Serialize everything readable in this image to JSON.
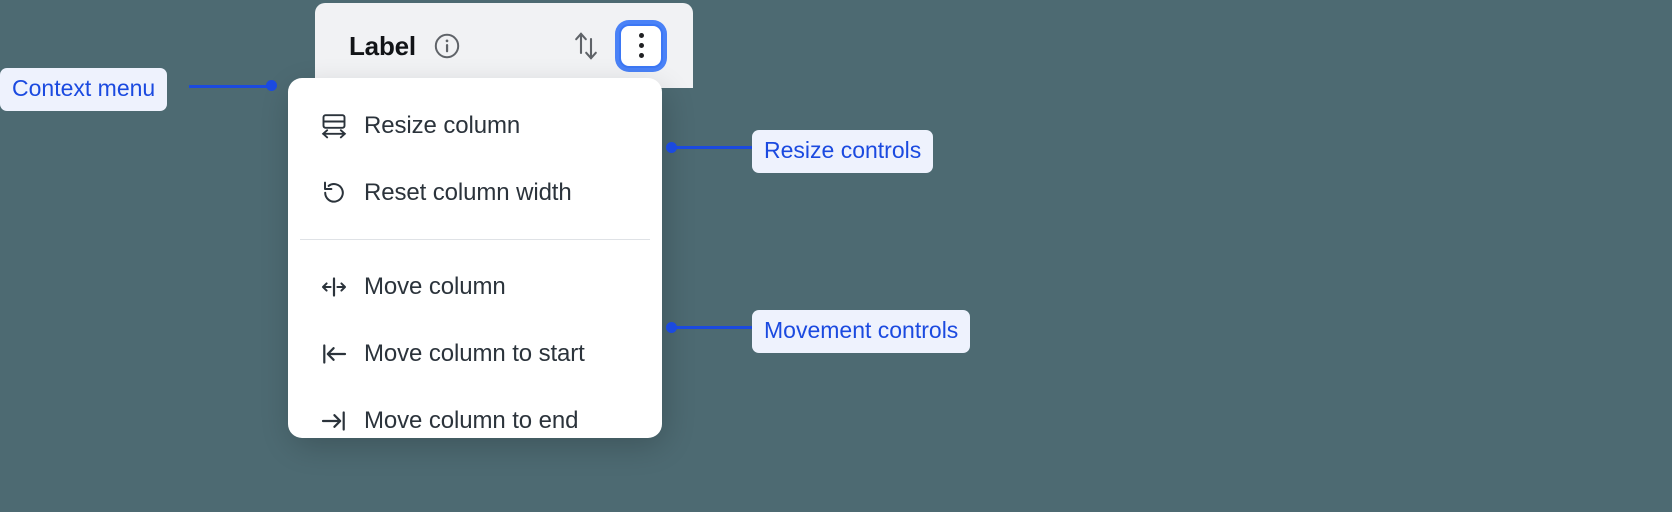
{
  "background_color": "#4d6a72",
  "accent_color": "#1b4ae0",
  "column_header": {
    "title": "Label",
    "info_icon": "info-circle-icon",
    "sort_icon": "sort-up-down-icon",
    "menu_button_icon": "kebab-menu-icon",
    "menu_button_focused": true,
    "background_color": "#f1f2f4"
  },
  "context_menu": {
    "groups": [
      {
        "name": "resize-controls",
        "items": [
          {
            "label": "Resize column",
            "icon": "resize-column-icon"
          },
          {
            "label": "Reset column width",
            "icon": "reset-width-icon"
          }
        ]
      },
      {
        "name": "movement-controls",
        "items": [
          {
            "label": "Move column",
            "icon": "move-column-icon"
          },
          {
            "label": "Move column to start",
            "icon": "move-to-start-icon"
          },
          {
            "label": "Move column to end",
            "icon": "move-to-end-icon"
          }
        ]
      }
    ]
  },
  "annotations": [
    {
      "label": "Context menu",
      "name": "annotation-context-menu"
    },
    {
      "label": "Resize controls",
      "name": "annotation-resize-controls"
    },
    {
      "label": "Movement controls",
      "name": "annotation-movement-controls"
    }
  ]
}
